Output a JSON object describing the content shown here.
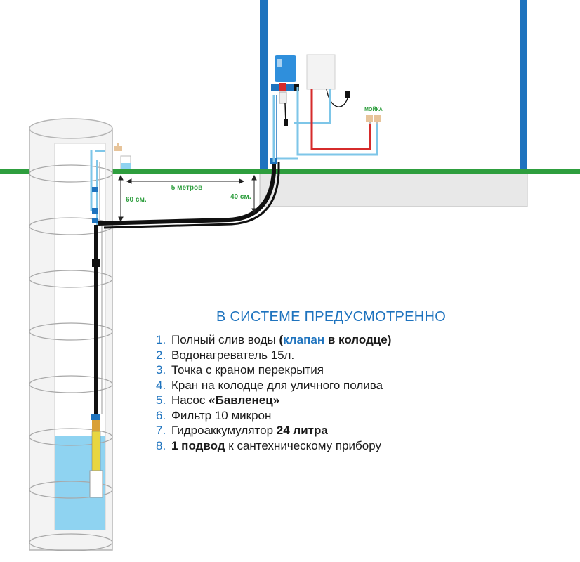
{
  "labels": {
    "sink": "МОЙКА",
    "dist_horizontal": "5 метров",
    "depth_well": "60 см.",
    "depth_house": "40 см."
  },
  "legend": {
    "title": "В СИСТЕМЕ ПРЕДУСМОТРЕННО",
    "items": [
      {
        "num": "1.",
        "pre": "Полный слив воды",
        "p1": " (",
        "hl": "клапан",
        "b": " в колодце)",
        "post": ""
      },
      {
        "num": "2.",
        "pre": "Водонагреватель 15л.",
        "p1": "",
        "hl": "",
        "b": "",
        "post": ""
      },
      {
        "num": "3.",
        "pre": "Точка с краном перекрытия",
        "p1": "",
        "hl": "",
        "b": "",
        "post": ""
      },
      {
        "num": "4.",
        "pre": "Кран на колодце для уличного полива",
        "p1": "",
        "hl": "",
        "b": "",
        "post": ""
      },
      {
        "num": "5.",
        "pre": "Насос ",
        "p1": "",
        "hl": "",
        "b": "«Бавленец»",
        "post": ""
      },
      {
        "num": "6.",
        "pre": "Фильтр 10 микрон",
        "p1": "",
        "hl": "",
        "b": "",
        "post": ""
      },
      {
        "num": "7.",
        "pre": "Гидроаккумулятор ",
        "p1": "",
        "hl": "",
        "b": "24 литра",
        "post": ""
      },
      {
        "num": "8.",
        "pre": "",
        "p1": "",
        "hl": "",
        "b": "1 подвод",
        "post": " к сантехническому прибору"
      }
    ]
  },
  "colors": {
    "ground": "#2e9e3e",
    "house_wall": "#1e73be",
    "water": "#8fd3f1",
    "hot_pipe": "#d62b2b",
    "cold_pipe": "#7ec6e8",
    "main_pipe": "#111111",
    "accent": "#1e73be",
    "label_green": "#2e9e3e"
  }
}
